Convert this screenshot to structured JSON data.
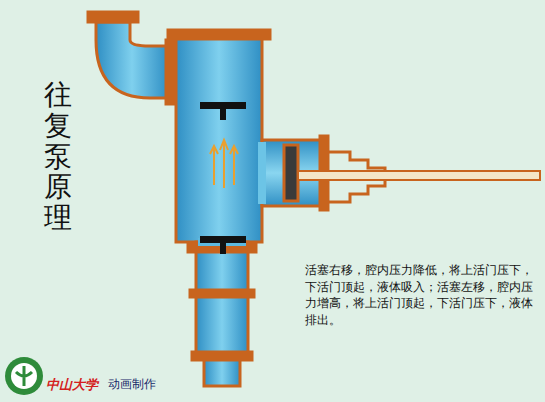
{
  "diagram": {
    "title": "往复泵原理",
    "labels": [
      "活塞右移，腔内压力降低，将上活门压下，下活门顶起，液体吸入；活塞左移，腔内压力增高，将上活门顶起，下活门压下，液体排出。",
      "中山大学",
      "动画制作"
    ]
  }
}
